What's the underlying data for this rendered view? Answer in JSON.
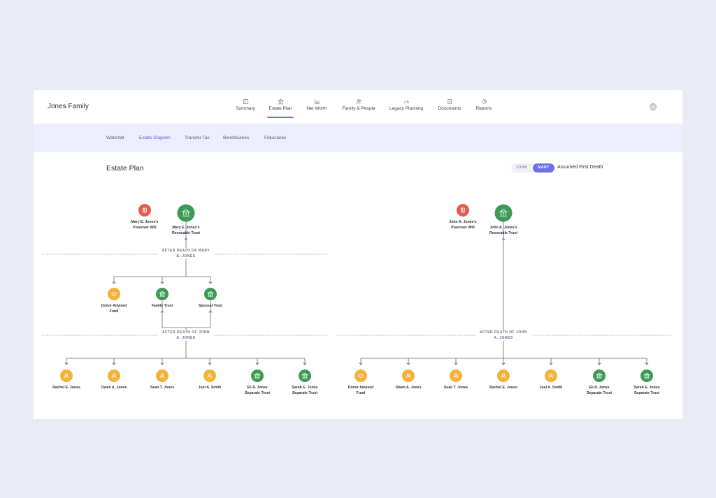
{
  "header": {
    "title": "Jones Family",
    "nav": [
      {
        "label": "Summary",
        "icon": "summary-icon"
      },
      {
        "label": "Estate Plan",
        "icon": "bank-icon",
        "active": true
      },
      {
        "label": "Net Worth",
        "icon": "chart-icon"
      },
      {
        "label": "Family & People",
        "icon": "people-icon"
      },
      {
        "label": "Legacy Planning",
        "icon": "legacy-icon"
      },
      {
        "label": "Documents",
        "icon": "documents-icon"
      },
      {
        "label": "Reports",
        "icon": "reports-icon"
      }
    ]
  },
  "subnav": [
    "Waterfall",
    "Estate Diagram",
    "Transfer Tax",
    "Beneficiaries",
    "Fiduciaries"
  ],
  "subnav_active": "Estate Diagram",
  "page_title": "Estate Plan",
  "toggle": {
    "john": "JOHN",
    "mary": "MARY",
    "selected": "MARY"
  },
  "assumed_label": "Assumed First Death",
  "colors": {
    "accent": "#6c72e4",
    "will": "#e85a4f",
    "trust": "#3e9b55",
    "person": "#f4b23a"
  },
  "left_tree": {
    "top": [
      {
        "label": [
          "Mary E. Jones's",
          "Pourover Will"
        ],
        "type": "will"
      },
      {
        "label": [
          "Mary E. Jones's",
          "Revocable Trust"
        ],
        "type": "trust"
      }
    ],
    "stage1": [
      "AFTER DEATH OF MARY",
      "E. JONES"
    ],
    "middle": [
      {
        "label": [
          "Donor Advised",
          "Fund"
        ],
        "type": "fund"
      },
      {
        "label": [
          "Family Trust"
        ],
        "type": "trust"
      },
      {
        "label": [
          "Spousal Trust"
        ],
        "type": "trust"
      }
    ],
    "stage2": [
      "AFTER DEATH OF JOHN",
      "A. JONES"
    ],
    "bottom": [
      {
        "label": [
          "Rachel E. Jones"
        ],
        "type": "person"
      },
      {
        "label": [
          "Owen A. Jones"
        ],
        "type": "person"
      },
      {
        "label": [
          "Sean T. Jones"
        ],
        "type": "person"
      },
      {
        "label": [
          "Joel A. Smith"
        ],
        "type": "person"
      },
      {
        "label": [
          "Eli A. Jones",
          "Separate Trust"
        ],
        "type": "trust"
      },
      {
        "label": [
          "Sarah E. Jones",
          "Separate Trust"
        ],
        "type": "trust"
      }
    ]
  },
  "right_tree": {
    "top": [
      {
        "label": [
          "John A. Jones's",
          "Pourover Will"
        ],
        "type": "will"
      },
      {
        "label": [
          "John A. Jones's",
          "Revocable Trust"
        ],
        "type": "trust"
      }
    ],
    "stage2": [
      "AFTER DEATH OF JOHN",
      "A. JONES"
    ],
    "bottom": [
      {
        "label": [
          "Donor Advised",
          "Fund"
        ],
        "type": "fund"
      },
      {
        "label": [
          "Owen A. Jones"
        ],
        "type": "person"
      },
      {
        "label": [
          "Sean T. Jones"
        ],
        "type": "person"
      },
      {
        "label": [
          "Rachel E. Jones"
        ],
        "type": "person"
      },
      {
        "label": [
          "Joel A. Smith"
        ],
        "type": "person"
      },
      {
        "label": [
          "Eli A. Jones",
          "Separate Trust"
        ],
        "type": "trust"
      },
      {
        "label": [
          "Sarah E. Jones",
          "Separate Trust"
        ],
        "type": "trust"
      }
    ]
  }
}
